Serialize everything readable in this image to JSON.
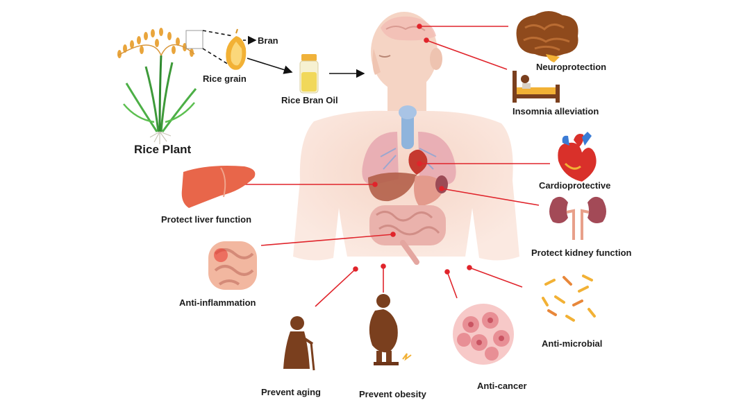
{
  "labels": {
    "bran": "Bran",
    "rice_grain": "Rice grain",
    "rice_bran_oil": "Rice Bran Oil",
    "rice_plant": "Rice Plant",
    "neuroprotection": "Neuroprotection",
    "insomnia": "Insomnia alleviation",
    "cardioprotective": "Cardioprotective",
    "liver": "Protect liver function",
    "kidney": "Protect kidney function",
    "inflammation": "Anti-inflammation",
    "microbial": "Anti-microbial",
    "aging": "Prevent aging",
    "obesity": "Prevent obesity",
    "cancer": "Anti-cancer"
  },
  "colors": {
    "connector": "#e0242b",
    "body": "#f7d9cb",
    "organ_red": "#c9503f",
    "silhouette": "#7a3f1e",
    "text": "#1c1c1c"
  },
  "icons": [
    "brain-icon",
    "bed-icon",
    "heart-icon",
    "liver-icon",
    "kidney-icon",
    "intestine-icon",
    "bacteria-icon",
    "elderly-person-icon",
    "obese-person-icon",
    "cancer-cell-icon",
    "rice-plant-icon",
    "rice-grain-icon",
    "oil-bottle-icon"
  ]
}
